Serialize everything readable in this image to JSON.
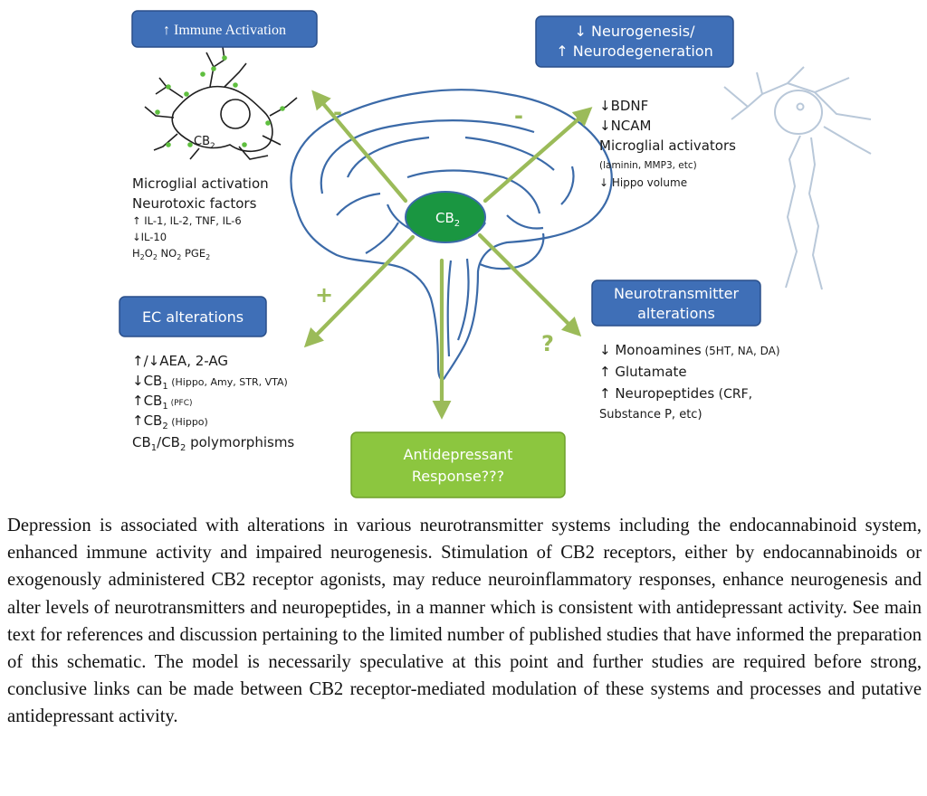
{
  "colors": {
    "box_blue": "#3f6fb7",
    "box_blue_border": "#2a4f8a",
    "box_green": "#8cc63f",
    "arrow_green": "#9bbb59",
    "cb2_ellipse": "#1a9641",
    "brain_outline": "#3b6aa8",
    "neuron_outline": "#b9c8d9",
    "receptor_dot": "#5fbf3f"
  },
  "icons": {
    "microglia": "microglia-cell-icon",
    "neuron": "neuron-cell-icon",
    "brain": "brain-sagittal-icon"
  },
  "nodes": {
    "immune": {
      "label": "↑ Immune Activation"
    },
    "neurogenesis": {
      "line1": "↓ Neurogenesis/",
      "line2": "↑ Neurodegeneration"
    },
    "ec": {
      "label": "EC alterations"
    },
    "neurotransmitter": {
      "line1": "Neurotransmitter",
      "line2": "alterations"
    },
    "antidepressant": {
      "line1": "Antidepressant",
      "line2": "Response???"
    },
    "center": {
      "label": "CB",
      "sub": "2"
    }
  },
  "signs": {
    "immune": "-",
    "neurogenesis": "-",
    "ec": "+",
    "neurotransmitter": "?"
  },
  "microglia_label": {
    "main": "CB",
    "sub": "2"
  },
  "immune_details": {
    "l1": "Microglial activation",
    "l2": "Neurotoxic factors",
    "l3": "↑ IL-1, IL-2, TNF, IL-6",
    "l4": "↓IL-10",
    "l5a": "H",
    "l5b": "2",
    "l5c": "O",
    "l5d": "2",
    "l5e": " NO",
    "l5f": "2",
    "l5g": " PGE",
    "l5h": "2"
  },
  "neuro_details": {
    "l1": "↓BDNF",
    "l2": "↓NCAM",
    "l3": "Microglial activators",
    "l4": "(laminin, MMP3, etc)",
    "l5": "↓ Hippo volume"
  },
  "ec_details": {
    "l1": "↑/↓AEA, 2-AG",
    "l2a": "↓CB",
    "l2b": "1",
    "l2c": " (Hippo, Amy, STR, VTA)",
    "l3a": "↑CB",
    "l3b": "1",
    "l3c": " (PFC)",
    "l4a": "↑CB",
    "l4b": "2",
    "l4c": " (Hippo)",
    "l5a": "CB",
    "l5b": "1",
    "l5c": "/CB",
    "l5d": "2",
    "l5e": " polymorphisms"
  },
  "nt_details": {
    "l1a": "↓ Monoamines",
    "l1b": " (5HT, NA, DA)",
    "l2": "↑ Glutamate",
    "l3a": "↑ Neuropeptides",
    "l3b": " (CRF,",
    "l4": "Substance P, etc)"
  },
  "caption": "Depression is associated with alterations in various neurotransmitter systems including the endocannabinoid system, enhanced immune activity and impaired neurogenesis. Stimulation of CB2 receptors, either by endocannabinoids or exogenously administered CB2 receptor agonists, may reduce neuroinflammatory responses, enhance neurogenesis and alter levels of neurotransmitters and neuropeptides, in a manner which is consistent with antidepressant activity. See main text for references and discussion pertaining to the limited number of published studies that have informed the preparation of this schematic. The model is necessarily speculative at this point and further studies are required before strong, conclusive links can be made between CB2 receptor-mediated modulation of these systems and processes and putative antidepressant activity."
}
